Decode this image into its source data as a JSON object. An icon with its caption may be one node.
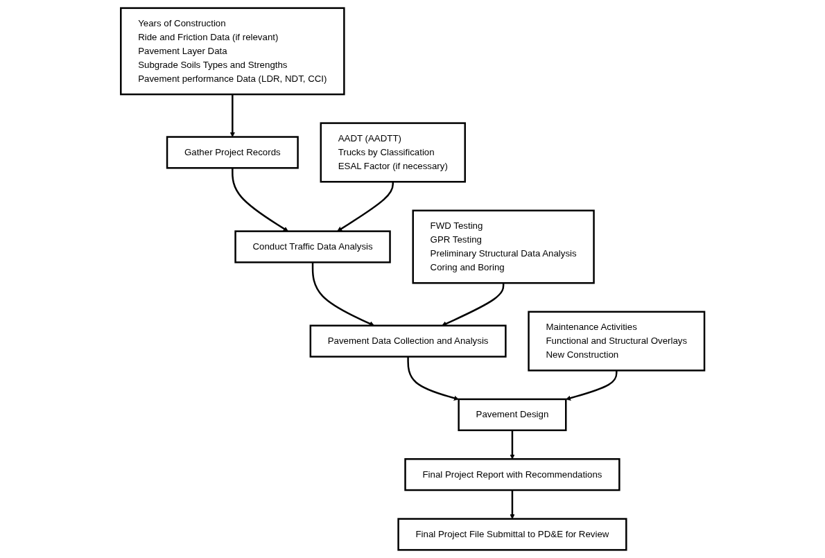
{
  "diagram": {
    "nodes": [
      {
        "text": [
          "Gather Project Records"
        ]
      },
      {
        "text": [
          "Conduct Traffic Data Analysis"
        ]
      },
      {
        "text": [
          "Pavement Data Collection and Analysis"
        ]
      },
      {
        "text": [
          "Pavement Design"
        ]
      },
      {
        "text": [
          "Final Project Report with Recommendations"
        ]
      },
      {
        "text": [
          "Final Project File Submittal to PD&E for Review"
        ]
      },
      {
        "text": [
          "Years of Construction",
          "Ride and Friction Data (if relevant)",
          "Pavement Layer Data",
          "Subgrade Soils Types and Strengths",
          "Pavement performance Data  (LDR, NDT, CCI)"
        ]
      },
      {
        "text": [
          "AADT (AADTT)",
          "Trucks by Classification",
          "ESAL Factor (if necessary)"
        ]
      },
      {
        "text": [
          "FWD Testing",
          "GPR Testing",
          "Preliminary Structural Data Analysis",
          "Coring and Boring"
        ]
      },
      {
        "text": [
          "Maintenance Activities",
          "Functional and Structural Overlays",
          "New Construction"
        ]
      }
    ],
    "edges": [
      {
        "from": 0,
        "to": 1,
        "arrow": "to"
      },
      {
        "from": 1,
        "to": 2,
        "arrow": "to"
      },
      {
        "from": 2,
        "to": 3,
        "arrow": "to"
      },
      {
        "from": 3,
        "to": 4,
        "arrow": "to"
      },
      {
        "from": 4,
        "to": 5,
        "arrow": "to"
      },
      {
        "from": 6,
        "to": 0,
        "arrow": "to"
      },
      {
        "from": 7,
        "to": 1,
        "arrow": "to"
      },
      {
        "from": 8,
        "to": 2,
        "arrow": "to"
      },
      {
        "from": 9,
        "to": 3,
        "arrow": "to"
      }
    ]
  }
}
